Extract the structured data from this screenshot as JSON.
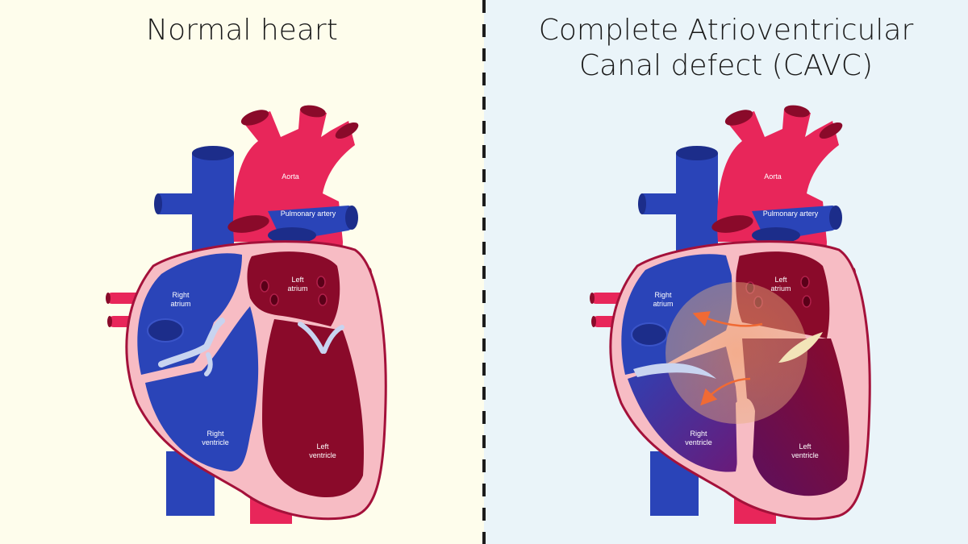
{
  "colors": {
    "left_bg": "#fefdec",
    "right_bg": "#eaf4f9",
    "blue": "#2a44b8",
    "blue_dark": "#1c2d8a",
    "red": "#e8265a",
    "red_dark": "#8a0a2a",
    "pink": "#f7bcc4",
    "outline": "#a4113a",
    "valve": "#c8d4f0",
    "arrow": "#f06a34"
  },
  "left": {
    "title": "Normal heart",
    "labels": {
      "aorta": "Aorta",
      "pulmonary_artery": "Pulmonary artery",
      "right_atrium": [
        "Right",
        "atrium"
      ],
      "left_atrium": [
        "Left",
        "atrium"
      ],
      "right_ventricle": [
        "Right",
        "ventricle"
      ],
      "left_ventricle": [
        "Left",
        "ventricle"
      ]
    }
  },
  "right": {
    "title_line1": "Complete Atrioventricular",
    "title_line2": "Canal defect (CAVC)",
    "labels": {
      "aorta": "Aorta",
      "pulmonary_artery": "Pulmonary artery",
      "right_atrium": [
        "Right",
        "atrium"
      ],
      "left_atrium": [
        "Left",
        "atrium"
      ],
      "right_ventricle": [
        "Right",
        "ventricle"
      ],
      "left_ventricle": [
        "Left",
        "ventricle"
      ]
    }
  }
}
